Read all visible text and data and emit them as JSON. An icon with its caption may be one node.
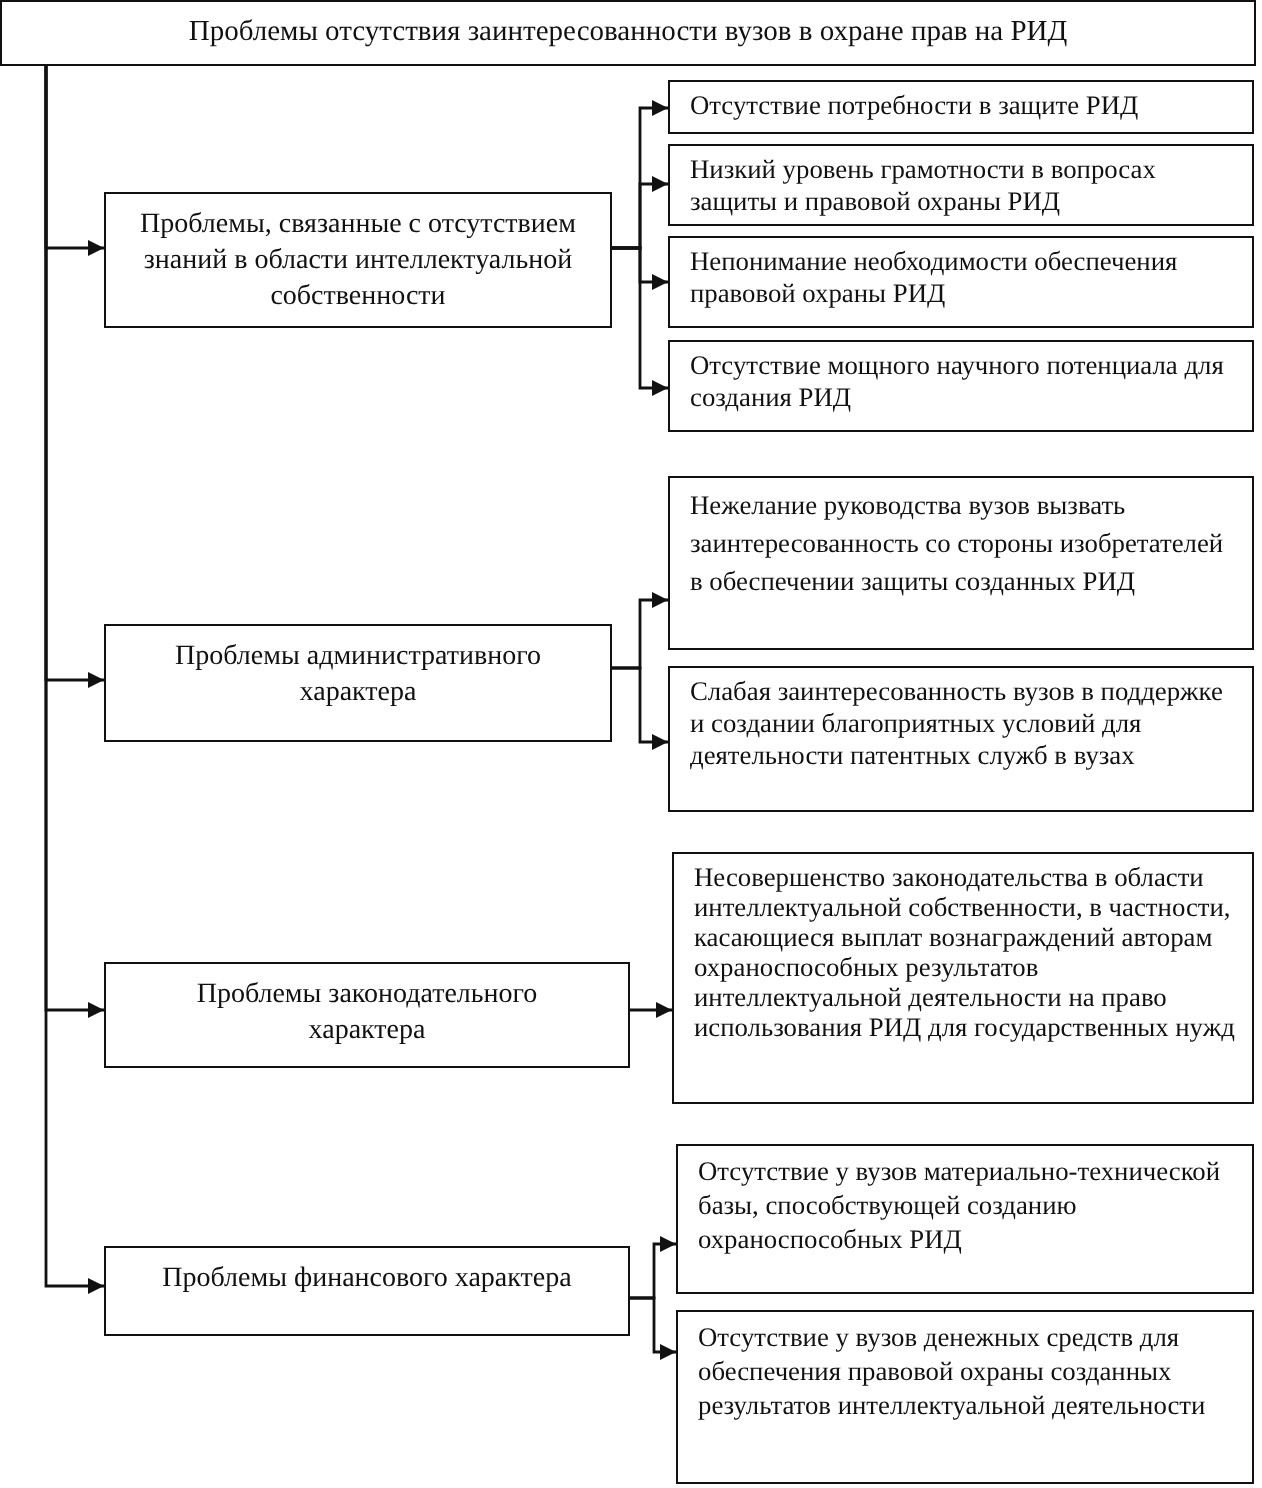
{
  "diagram": {
    "nodes": [
      {
        "text": [
          "Проблемы отсутствия заинтересованности вузов в охране прав на РИД"
        ]
      },
      {
        "text": [
          "Проблемы, связанные с отсутствием знаний в области интеллектуальной собственности"
        ]
      },
      {
        "text": [
          "Отсутствие потребности в защите РИД"
        ]
      },
      {
        "text": [
          "Низкий уровень грамотности в вопросах защиты и правовой охраны РИД"
        ]
      },
      {
        "text": [
          "Непонимание необходимости обеспечения правовой охраны РИД"
        ]
      },
      {
        "text": [
          "Отсутствие мощного научного потенциала для создания РИД"
        ]
      },
      {
        "text": [
          "Проблемы административного характера"
        ]
      },
      {
        "text": [
          "Нежелание руководства вузов вызвать заинтересованность со стороны изобретателей в обеспечении защиты созданных РИД"
        ]
      },
      {
        "text": [
          "Слабая заинтересованность вузов в поддержке и создании благоприятных условий для деятельности патентных служб в вузах"
        ]
      },
      {
        "text": [
          "Проблемы законодательного характера"
        ]
      },
      {
        "text": [
          "Несовершенство законодательства в области интеллектуальной собственности, в частности, касающиеся выплат вознаграждений авторам охраноспособных результатов интеллектуальной деятельности на право использования РИД для государственных нужд"
        ]
      },
      {
        "text": [
          "Проблемы финансового характера"
        ]
      },
      {
        "text": [
          "Отсутствие у вузов материально-технической базы, способствующей созданию охраноспособных РИД"
        ]
      },
      {
        "text": [
          "Отсутствие у вузов денежных средств для обеспечения правовой охраны созданных результатов интеллектуальной деятельности"
        ]
      }
    ],
    "edges": [
      {
        "from": 0,
        "to": 1,
        "arrow": "to"
      },
      {
        "from": 1,
        "to": 2,
        "arrow": "to"
      },
      {
        "from": 1,
        "to": 3,
        "arrow": "to"
      },
      {
        "from": 1,
        "to": 4,
        "arrow": "to"
      },
      {
        "from": 1,
        "to": 5,
        "arrow": "to"
      },
      {
        "from": 0,
        "to": 6,
        "arrow": "to"
      },
      {
        "from": 6,
        "to": 7,
        "arrow": "to"
      },
      {
        "from": 6,
        "to": 8,
        "arrow": "to"
      },
      {
        "from": 0,
        "to": 9,
        "arrow": "to"
      },
      {
        "from": 9,
        "to": 10,
        "arrow": "to"
      },
      {
        "from": 0,
        "to": 11,
        "arrow": "to"
      },
      {
        "from": 11,
        "to": 12,
        "arrow": "to"
      },
      {
        "from": 11,
        "to": 13,
        "arrow": "to"
      }
    ]
  }
}
